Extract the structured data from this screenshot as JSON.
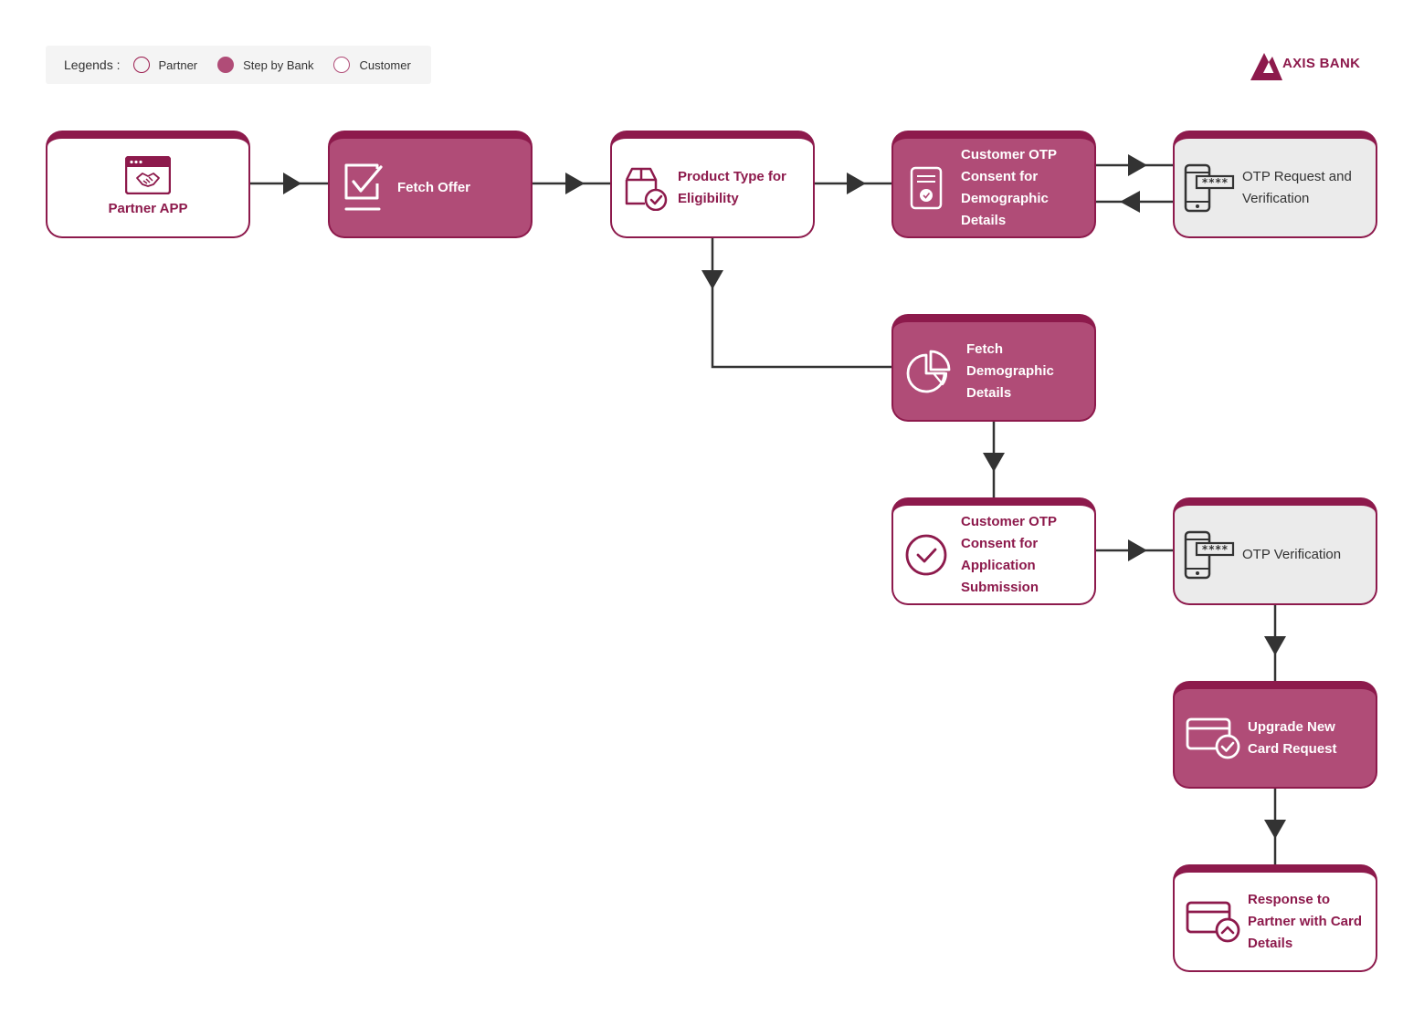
{
  "legend": {
    "title": "Legends :",
    "items": [
      {
        "label": "Partner",
        "style": "outline"
      },
      {
        "label": "Step by Bank",
        "style": "filled"
      },
      {
        "label": "Customer",
        "style": "outline-light"
      }
    ]
  },
  "logo": {
    "text": "AXIS BANK"
  },
  "colors": {
    "brand": "#8d1a4c",
    "bank_fill": "#b04c77",
    "customer_fill": "#ebebeb",
    "arrow": "#333333"
  },
  "nodes": {
    "partner_app": {
      "label": "Partner APP",
      "actor": "Partner",
      "icon": "handshake-browser-icon"
    },
    "fetch_offer": {
      "label": "Fetch Offer",
      "actor": "Bank",
      "icon": "checkbox-icon"
    },
    "product_type": {
      "line1": "Product Type for",
      "line2": "Eligibility",
      "actor": "Partner",
      "icon": "box-check-icon"
    },
    "otp_consent_demo": {
      "line1": "Customer OTP",
      "line2": "Consent for",
      "line3": "Demographic Details",
      "actor": "Bank",
      "icon": "document-icon"
    },
    "otp_request": {
      "line1": "OTP Request and",
      "line2": "Verification",
      "actor": "Customer",
      "icon": "phone-password-icon"
    },
    "fetch_demo": {
      "line1": "Fetch Demographic",
      "line2": "Details",
      "actor": "Bank",
      "icon": "pie-chart-icon"
    },
    "otp_consent_app": {
      "line1": "Customer OTP",
      "line2": "Consent for",
      "line3": "Application",
      "line4": "Submission",
      "actor": "Partner",
      "icon": "check-circle-icon"
    },
    "otp_verification": {
      "label": "OTP Verification",
      "actor": "Customer",
      "icon": "phone-password-icon"
    },
    "upgrade_card": {
      "line1": "Upgrade New",
      "line2": "Card Request",
      "actor": "Bank",
      "icon": "card-check-icon"
    },
    "response_partner": {
      "line1": "Response to",
      "line2": "Partner with Card",
      "line3": "Details",
      "actor": "Partner",
      "icon": "card-up-icon"
    }
  },
  "edges": [
    {
      "from": "partner_app",
      "to": "fetch_offer"
    },
    {
      "from": "fetch_offer",
      "to": "product_type"
    },
    {
      "from": "product_type",
      "to": "otp_consent_demo"
    },
    {
      "from": "otp_consent_demo",
      "to": "otp_request"
    },
    {
      "from": "otp_request",
      "to": "otp_consent_demo"
    },
    {
      "from": "product_type",
      "to": "fetch_demo"
    },
    {
      "from": "fetch_demo",
      "to": "otp_consent_app"
    },
    {
      "from": "otp_consent_app",
      "to": "otp_verification"
    },
    {
      "from": "otp_verification",
      "to": "upgrade_card"
    },
    {
      "from": "upgrade_card",
      "to": "response_partner"
    }
  ]
}
